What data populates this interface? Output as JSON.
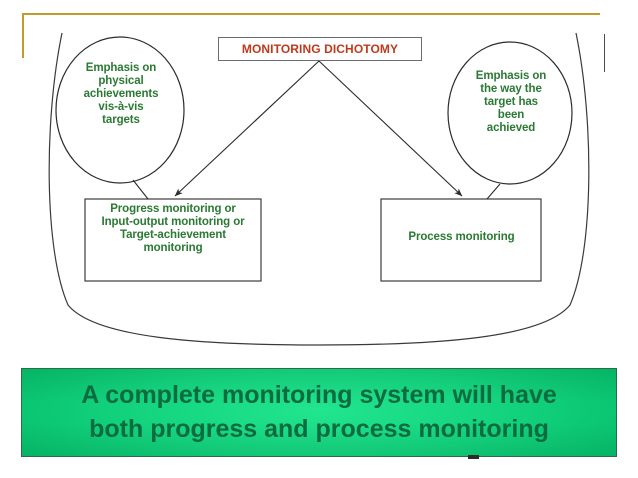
{
  "slide": {
    "background_color": "#ffffff",
    "accent_gold": "#c49a2c",
    "text_green": "#2a7a33",
    "title_red": "#c0391b",
    "banner_text_green": "#0c6b3f",
    "banner_gradient_center": "#22e58f",
    "banner_gradient_edge": "#03b463",
    "outline_gray": "#3a3a3a"
  },
  "title": {
    "label": "MONITORING DICHOTOMY"
  },
  "circles": [
    {
      "id": "emphasis-physical",
      "text": "Emphasis on\nphysical\nachievements\nvis-à-vis\ntargets"
    },
    {
      "id": "emphasis-way",
      "text": "Emphasis on\nthe way the\ntarget has\nbeen\nachieved"
    }
  ],
  "boxes": [
    {
      "id": "progress-monitoring",
      "text": "Progress monitoring or\nInput-output monitoring or\nTarget-achievement\nmonitoring"
    },
    {
      "id": "process-monitoring",
      "text": "Process monitoring"
    }
  ],
  "banner": {
    "line1": "A complete monitoring system will have",
    "line2": "both progress and process monitoring"
  },
  "icons": {
    "arrow_left": "arrow-down-left-icon",
    "arrow_right": "arrow-down-right-icon"
  }
}
